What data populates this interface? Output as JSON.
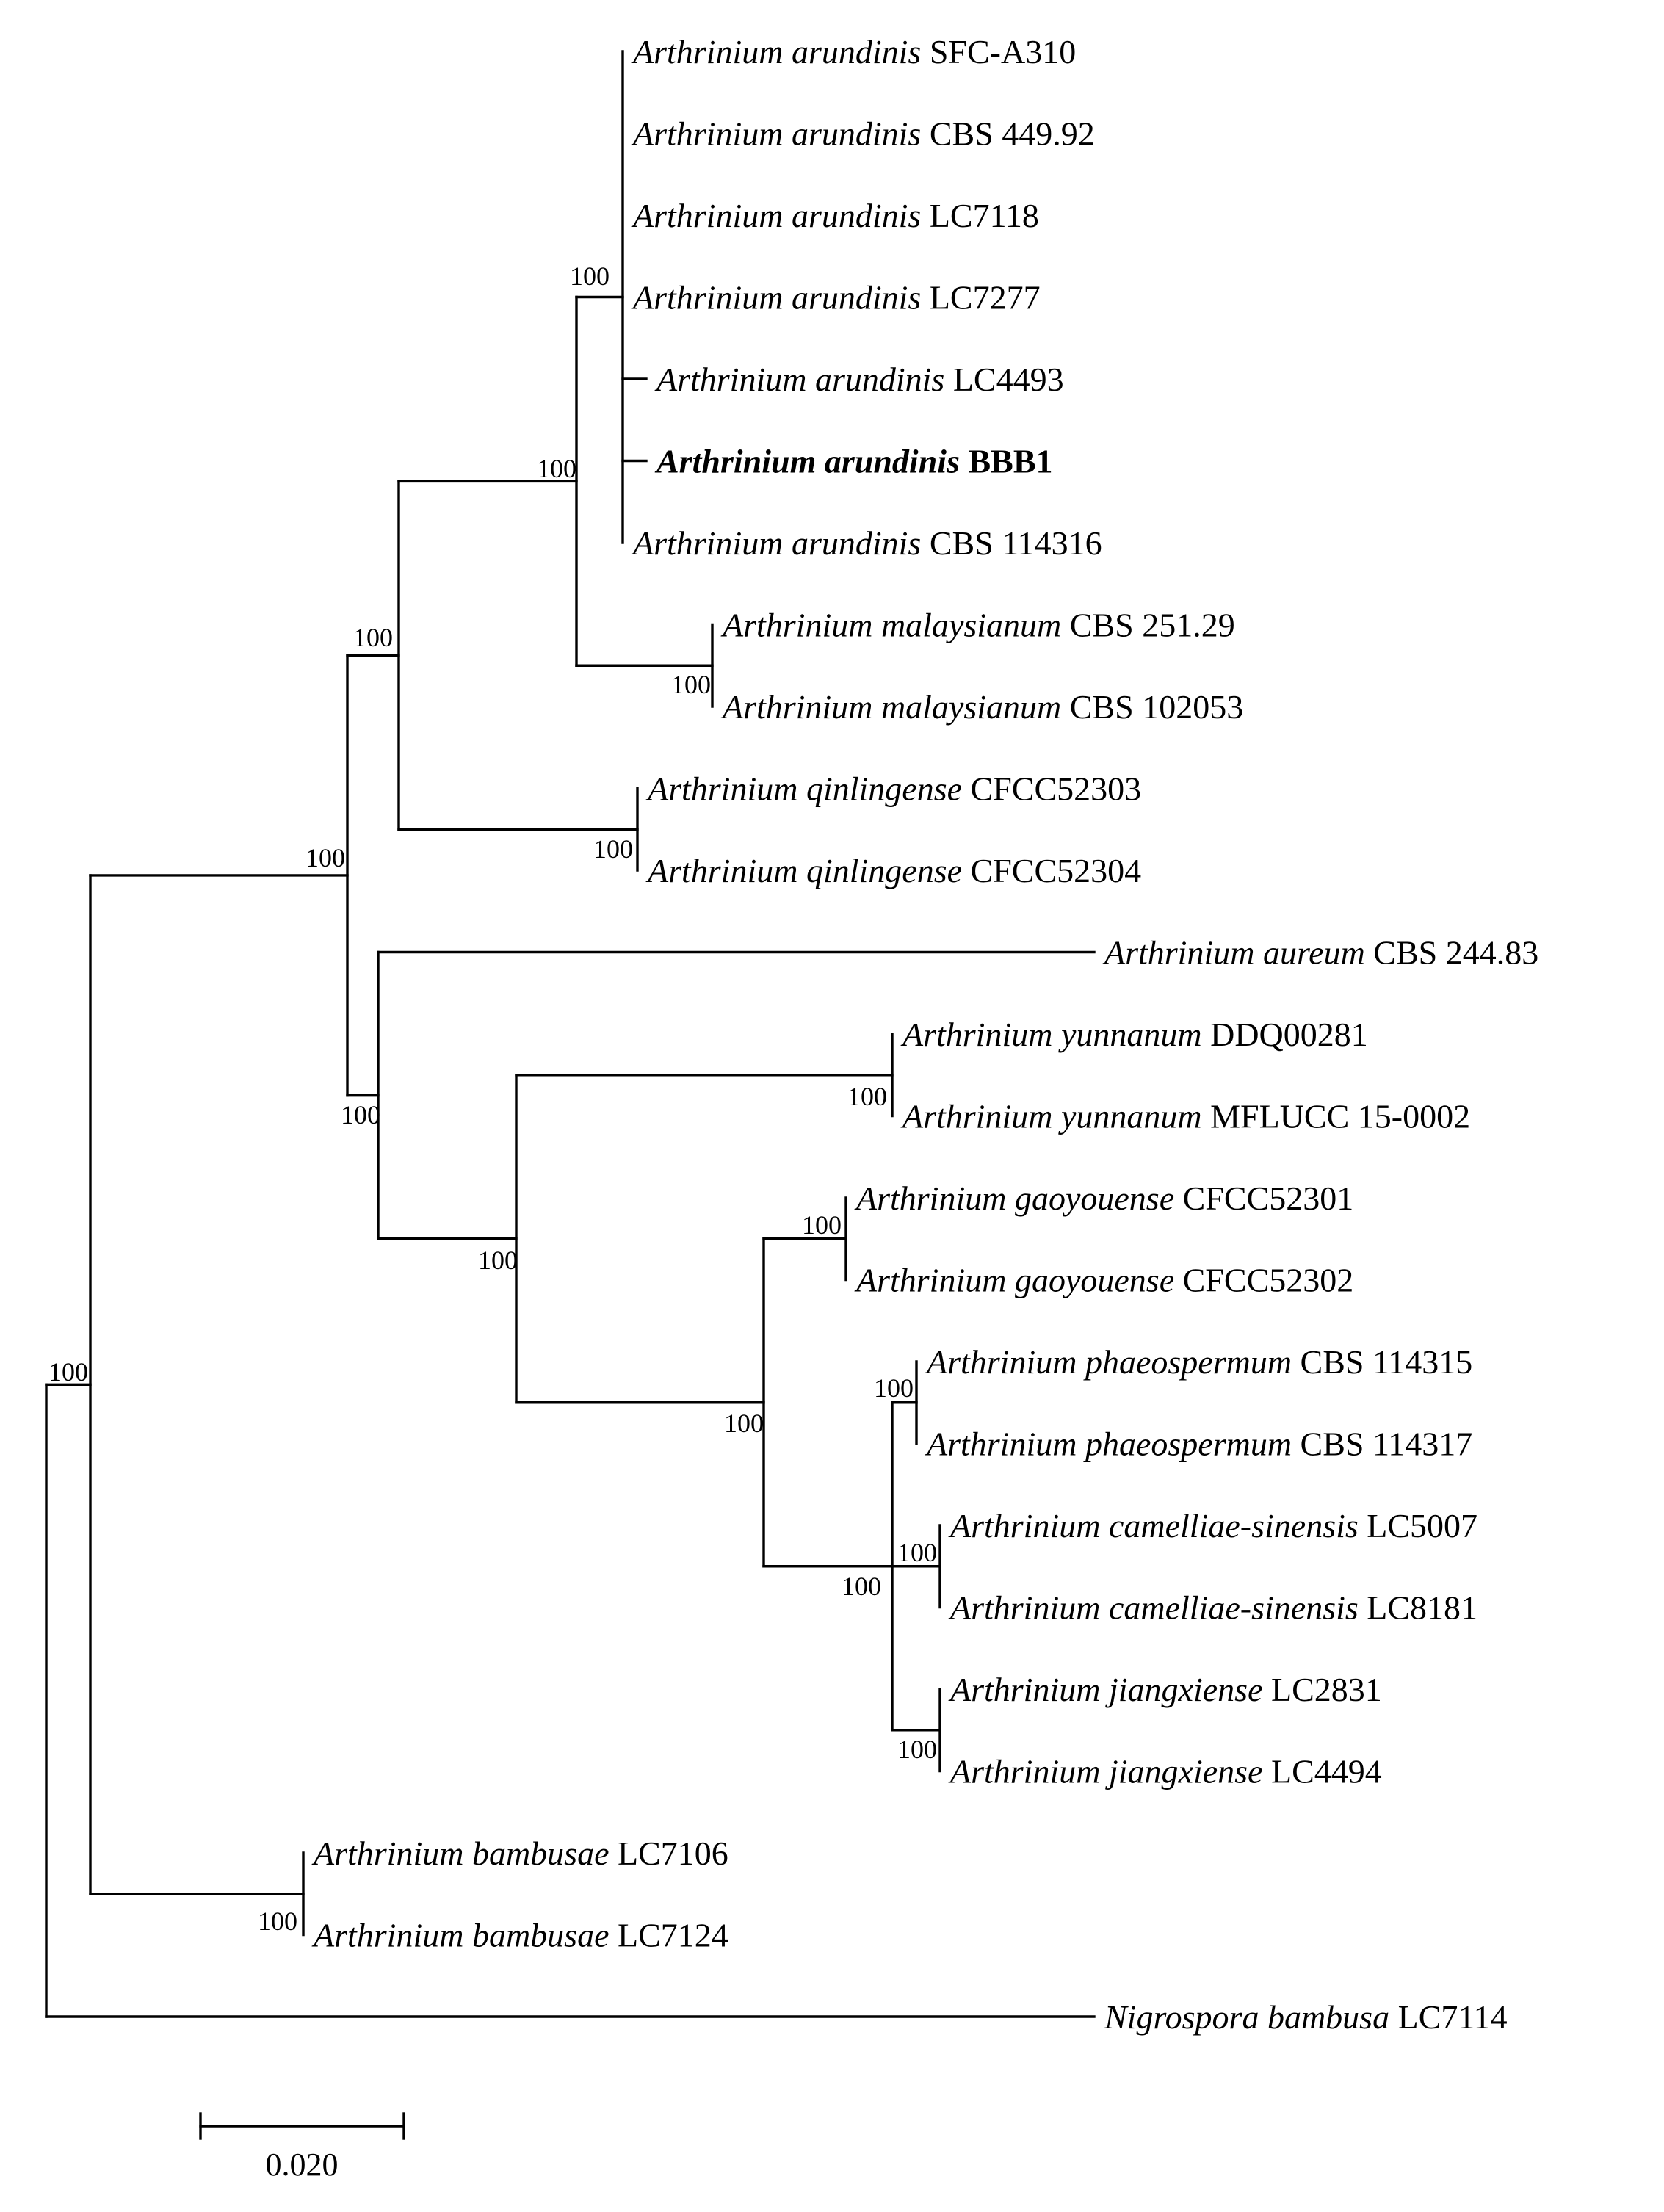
{
  "tree": {
    "taxa": [
      {
        "id": "t01",
        "genus": "Arthrinium arundinis",
        "strain": "SFC-A310",
        "highlight": false
      },
      {
        "id": "t02",
        "genus": "Arthrinium arundinis",
        "strain": "CBS 449.92",
        "highlight": false
      },
      {
        "id": "t03",
        "genus": "Arthrinium arundinis",
        "strain": "LC7118",
        "highlight": false
      },
      {
        "id": "t04",
        "genus": "Arthrinium arundinis",
        "strain": "LC7277",
        "highlight": false
      },
      {
        "id": "t05",
        "genus": "Arthrinium arundinis",
        "strain": "LC4493",
        "highlight": false
      },
      {
        "id": "t06",
        "genus": "Arthrinium arundinis",
        "strain": "BBB1",
        "highlight": true
      },
      {
        "id": "t07",
        "genus": "Arthrinium arundinis",
        "strain": "CBS 114316",
        "highlight": false
      },
      {
        "id": "t08",
        "genus": "Arthrinium malaysianum",
        "strain": "CBS 251.29",
        "highlight": false
      },
      {
        "id": "t09",
        "genus": "Arthrinium malaysianum",
        "strain": "CBS 102053",
        "highlight": false
      },
      {
        "id": "t10",
        "genus": "Arthrinium qinlingense",
        "strain": "CFCC52303",
        "highlight": false
      },
      {
        "id": "t11",
        "genus": "Arthrinium qinlingense",
        "strain": "CFCC52304",
        "highlight": false
      },
      {
        "id": "t12",
        "genus": "Arthrinium aureum",
        "strain": "CBS 244.83",
        "highlight": false
      },
      {
        "id": "t13",
        "genus": "Arthrinium yunnanum",
        "strain": "DDQ00281",
        "highlight": false
      },
      {
        "id": "t14",
        "genus": "Arthrinium yunnanum",
        "strain": "MFLUCC 15-0002",
        "highlight": false
      },
      {
        "id": "t15",
        "genus": "Arthrinium gaoyouense",
        "strain": "CFCC52301",
        "highlight": false
      },
      {
        "id": "t16",
        "genus": "Arthrinium gaoyouense",
        "strain": "CFCC52302",
        "highlight": false
      },
      {
        "id": "t17",
        "genus": "Arthrinium phaeospermum",
        "strain": "CBS 114315",
        "highlight": false
      },
      {
        "id": "t18",
        "genus": "Arthrinium phaeospermum",
        "strain": "CBS 114317",
        "highlight": false
      },
      {
        "id": "t19",
        "genus": "Arthrinium camelliae-sinensis",
        "strain": "LC5007",
        "highlight": false
      },
      {
        "id": "t20",
        "genus": "Arthrinium camelliae-sinensis",
        "strain": "LC8181",
        "highlight": false
      },
      {
        "id": "t21",
        "genus": "Arthrinium jiangxiense",
        "strain": "LC2831",
        "highlight": false
      },
      {
        "id": "t22",
        "genus": "Arthrinium jiangxiense",
        "strain": "LC4494",
        "highlight": false
      },
      {
        "id": "t23",
        "genus": "Arthrinium bambusae",
        "strain": "LC7106",
        "highlight": false
      },
      {
        "id": "t24",
        "genus": "Arthrinium bambusae",
        "strain": "LC7124",
        "highlight": false
      },
      {
        "id": "t25",
        "genus": "Nigrospora bambusa",
        "strain": "LC7114",
        "highlight": false
      }
    ],
    "supports": [
      {
        "node": "n_arundinis",
        "value": "100"
      },
      {
        "node": "n_arundinis_malaysianum",
        "value": "100"
      },
      {
        "node": "n_malaysianum",
        "value": "100"
      },
      {
        "node": "n_upper",
        "value": "100"
      },
      {
        "node": "n_qinlingense",
        "value": "100"
      },
      {
        "node": "n_ingroup",
        "value": "100"
      },
      {
        "node": "n_lower",
        "value": "100"
      },
      {
        "node": "n_yunnanum_group",
        "value": "100"
      },
      {
        "node": "n_yunnanum",
        "value": "100"
      },
      {
        "node": "n_gao_phaeo",
        "value": "100"
      },
      {
        "node": "n_gaoyouense",
        "value": "100"
      },
      {
        "node": "n_phaeo_group",
        "value": "100"
      },
      {
        "node": "n_phaeospermum",
        "value": "100"
      },
      {
        "node": "n_camelliae",
        "value": "100"
      },
      {
        "node": "n_jiangxiense",
        "value": "100"
      },
      {
        "node": "n_root",
        "value": "100"
      },
      {
        "node": "n_bambusae",
        "value": "100"
      }
    ],
    "scale_bar": {
      "value": 0.02,
      "label": "0.020"
    }
  }
}
